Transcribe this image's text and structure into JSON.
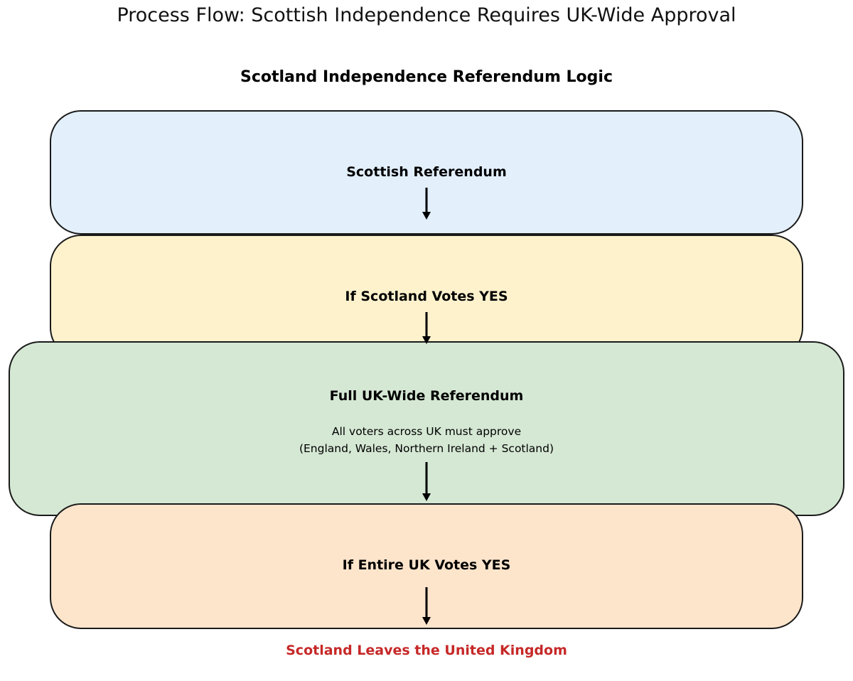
{
  "page_title": "Process Flow: Scottish Independence Requires UK-Wide Approval",
  "diagram_title": "Scotland Independence Referendum Logic",
  "steps": [
    {
      "label": "Scottish Referendum",
      "color": "#e3f0fc"
    },
    {
      "label": "If Scotland Votes YES",
      "color": "#fef2cd"
    },
    {
      "label": "Full UK-Wide Referendum",
      "color": "#d5e8d4",
      "note_line1": "All voters across UK must approve",
      "note_line2": "(England, Wales, Northern Ireland + Scotland)"
    },
    {
      "label": "If Entire UK Votes YES",
      "color": "#fde5cc"
    }
  ],
  "outcome": {
    "label": "Scotland Leaves the United Kingdom",
    "color": "#c62828"
  }
}
